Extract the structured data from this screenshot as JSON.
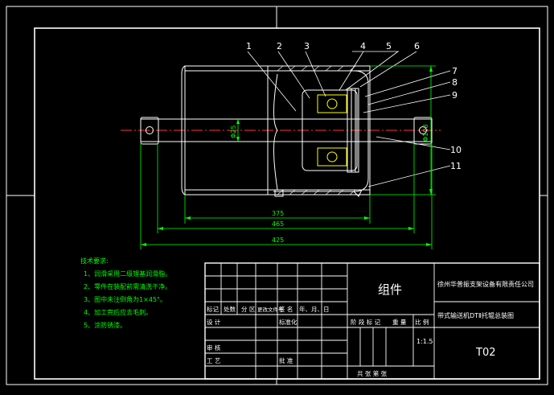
{
  "drawing": {
    "part_numbers": [
      "1",
      "2",
      "3",
      "4",
      "5",
      "6",
      "7",
      "8",
      "9",
      "10",
      "11"
    ],
    "dimensions": {
      "d_inner": "Φ25",
      "d_outer": "Φ108",
      "len_375": "375",
      "len_465": "465",
      "len_425": "425"
    }
  },
  "notes": {
    "heading": "技术要求:",
    "items": [
      "1、润滑采用二级锂基润滑脂。",
      "2、零件在装配前需清洗干净。",
      "3、图中未注倒角为1×45°。",
      "4、加工完后应去毛刺。",
      "5、涂防锈漆。"
    ]
  },
  "title_block": {
    "grouping": "组件",
    "company": "徐州华普振支架设备有限责任公司",
    "drawing_title": "带式输送机DTⅡ托辊总装图",
    "drawing_no": "T02",
    "scale": "1:1.5",
    "labels": {
      "mark": "标记",
      "count": "处数",
      "zone": "分 区",
      "change_doc": "更改文件号",
      "sign": "签 名",
      "date": "年、月、日",
      "design": "设 计",
      "standardize": "标准化",
      "stage_mark": "阶 段 标 记",
      "weight": "重 量",
      "ratio": "比 例",
      "review": "审 核",
      "process": "工 艺",
      "approve": "批 准",
      "sheets": "共   张   第   张"
    }
  },
  "colors": {
    "background": "#000000",
    "frame": "#ffffff",
    "part": "#ffffff",
    "dimension": "#00ff00",
    "leader": "#ffffff",
    "notes": "#00ff00",
    "title_text": "#ffffff",
    "centerline": "#ff3333",
    "section_hatch": "#ffffff",
    "bearing": "#ffff00"
  }
}
